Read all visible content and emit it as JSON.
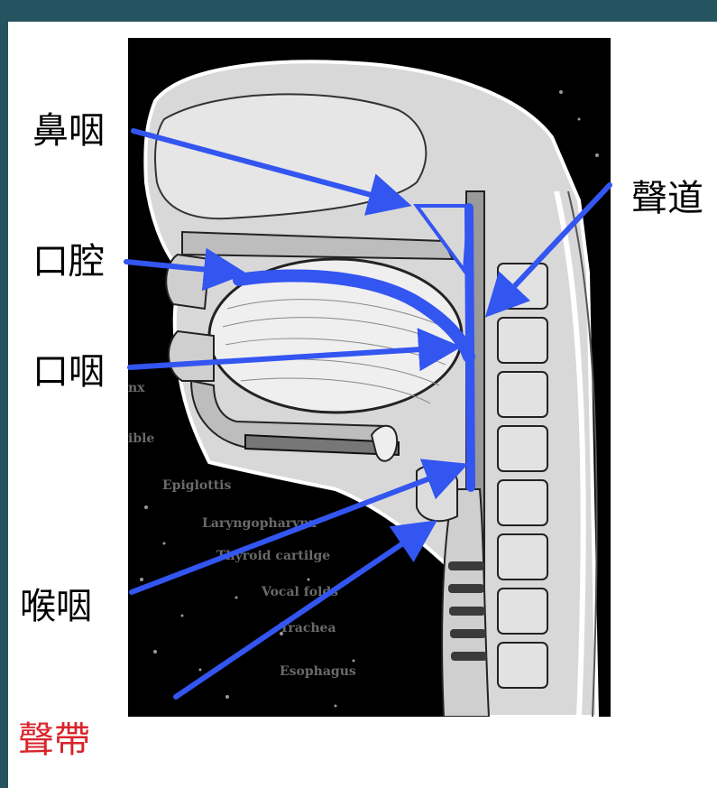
{
  "labels": {
    "nasopharynx": "鼻咽",
    "oral_cavity": "口腔",
    "oropharynx": "口咽",
    "laryngopharynx": "喉咽",
    "vocal_tract": "聲道",
    "vocal_cords": "聲帶"
  },
  "faint_labels": {
    "nx": "nx",
    "ible": "ible",
    "epiglottis": "Epiglottis",
    "laryngopharynx": "Laryngopharynx",
    "thyroid": "Thyroid cartilge",
    "vocal_folds": "Vocal folds",
    "trachea": "Trachea",
    "esophagus": "Esophagus"
  },
  "colors": {
    "frame": "#24545f",
    "arrow": "#3355f0",
    "red_label": "#d8242b"
  }
}
